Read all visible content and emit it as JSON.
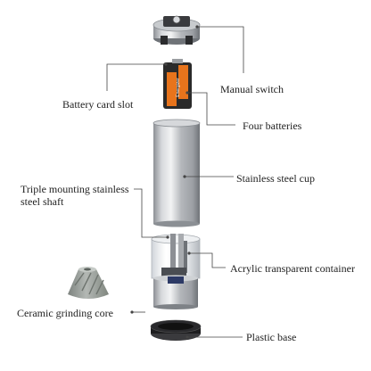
{
  "labels": {
    "manual_switch": "Manual switch",
    "battery_card_slot": "Battery card slot",
    "four_batteries": "Four batteries",
    "stainless_steel_cup": "Stainless steel cup",
    "shaft_line1": "Triple mounting stainless",
    "shaft_line2": "steel shaft",
    "acrylic_container": "Acrylic transparent container",
    "ceramic_core": "Ceramic grinding core",
    "plastic_base": "Plastic base"
  },
  "battery_text": "Energizer",
  "colors": {
    "steel": "#b9bcc0",
    "steel_dark": "#7e8287",
    "battery_orange": "#e8741c",
    "battery_black": "#2a2a2a",
    "ceramic": "#9aa09c",
    "base": "#1d1d1f",
    "leader_line": "#444444"
  }
}
